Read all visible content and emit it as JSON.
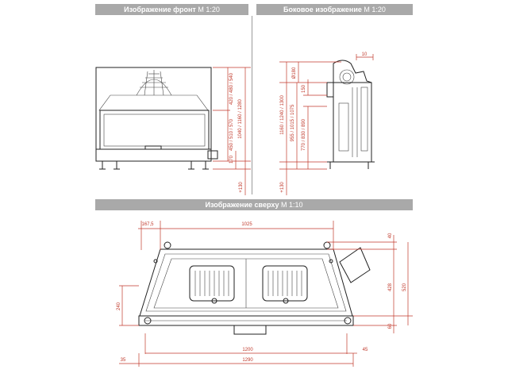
{
  "headers": {
    "front": {
      "title": "Изображение фронт",
      "scale": "М 1:20"
    },
    "side": {
      "title": "Боковое изображение",
      "scale": "М 1:20"
    },
    "top": {
      "title": "Изображение сверху",
      "scale": "М 1:10"
    }
  },
  "front_dims": {
    "d1": "420 / 480 / 540",
    "d2": "1040 / 1160 / 1280",
    "d3": "450 / 510 / 570",
    "d4": "170",
    "d5": "+130"
  },
  "side_dims": {
    "d_top": "10",
    "d1": "Ø180",
    "d2": "150",
    "d3": "1160 / 1240 / 1300",
    "d4": "955 / 1015 / 1075",
    "d5": "770 / 830 / 890",
    "d6": "+130"
  },
  "top_dims": {
    "d1": "167,5",
    "d2": "1025",
    "d3": "40",
    "d4": "428",
    "d5": "520",
    "d6": "240",
    "d7": "60",
    "d8": "1200",
    "d9": "45",
    "d10": "35",
    "d11": "1290"
  },
  "colors": {
    "dimension": "#c0392b",
    "header_bg": "#a9a9a9",
    "line": "#222222"
  }
}
